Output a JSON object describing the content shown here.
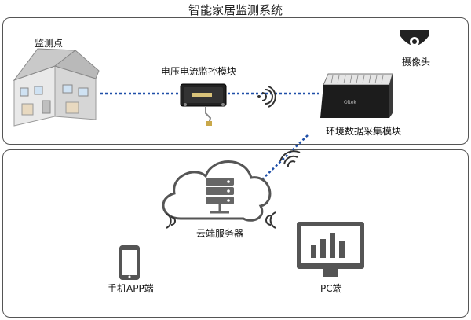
{
  "title": "智能家居监测系统",
  "labels": {
    "monitor_point": "监测点",
    "voltage_module": "电压电流监控模块",
    "camera": "摄像头",
    "env_module": "环境数据采集模块",
    "device_brand": "Oltek",
    "cloud_server": "云端服务器",
    "mobile_app": "手机APP端",
    "pc": "PC端"
  },
  "colors": {
    "link_dot": "#1f4fa8",
    "frame": "#555555",
    "dark_device": "#1c1c1c",
    "icon_gray": "#666666"
  },
  "icons": [
    "house-icon",
    "module-icon",
    "camera-icon",
    "device-icon",
    "cloud-server-icon",
    "phone-icon",
    "monitor-icon",
    "wifi-icon"
  ]
}
